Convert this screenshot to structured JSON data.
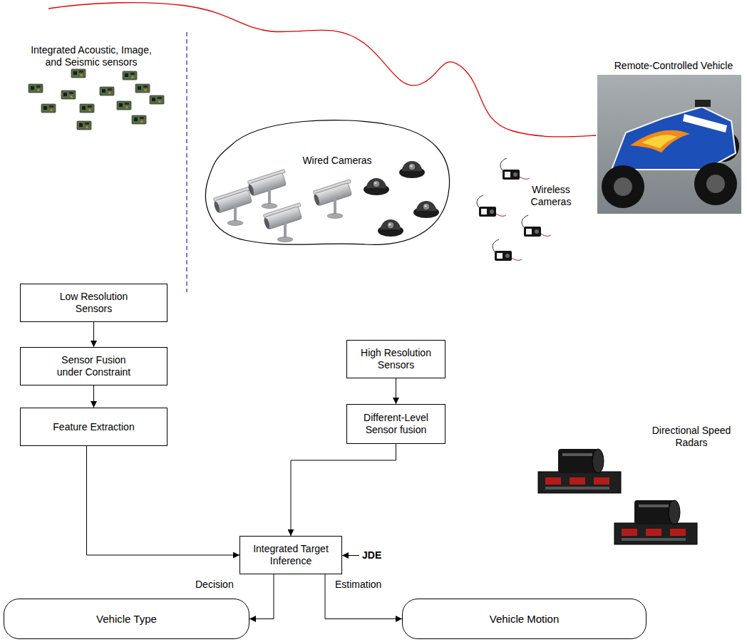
{
  "diagram": {
    "nodes": [
      {
        "text": [
          "Wired Cameras"
        ]
      },
      {
        "text": [
          "Low Resolution Sensors"
        ]
      },
      {
        "text": [
          "Sensor Fusion under Constraint"
        ]
      },
      {
        "text": [
          "Feature Extraction"
        ]
      },
      {
        "text": [
          "High Resolution Sensors"
        ]
      },
      {
        "text": [
          "Different-Level Sensor fusion"
        ]
      },
      {
        "text": [
          "Integrated Target Inference"
        ]
      },
      {
        "text": [
          "Vehicle Type"
        ]
      },
      {
        "text": [
          "Vehicle Motion"
        ]
      }
    ],
    "edges": [
      {
        "from": 1,
        "to": 2,
        "arrow": "to"
      },
      {
        "from": 2,
        "to": 3,
        "arrow": "to"
      },
      {
        "from": 3,
        "to": 6,
        "arrow": "to"
      },
      {
        "from": 4,
        "to": 5,
        "arrow": "to"
      },
      {
        "from": 5,
        "to": 6,
        "arrow": "to"
      },
      {
        "from": 6,
        "to": 7,
        "label": "Decision",
        "arrow": "to"
      },
      {
        "from": 6,
        "to": 8,
        "label": "Estimation",
        "arrow": "to"
      }
    ],
    "labels": [
      "Remote-Controlled Vehicle",
      "Integrated Acoustic, Image, and Seismic sensors",
      "Wireless Cameras",
      "Directional Speed Radars",
      "JDE"
    ]
  }
}
